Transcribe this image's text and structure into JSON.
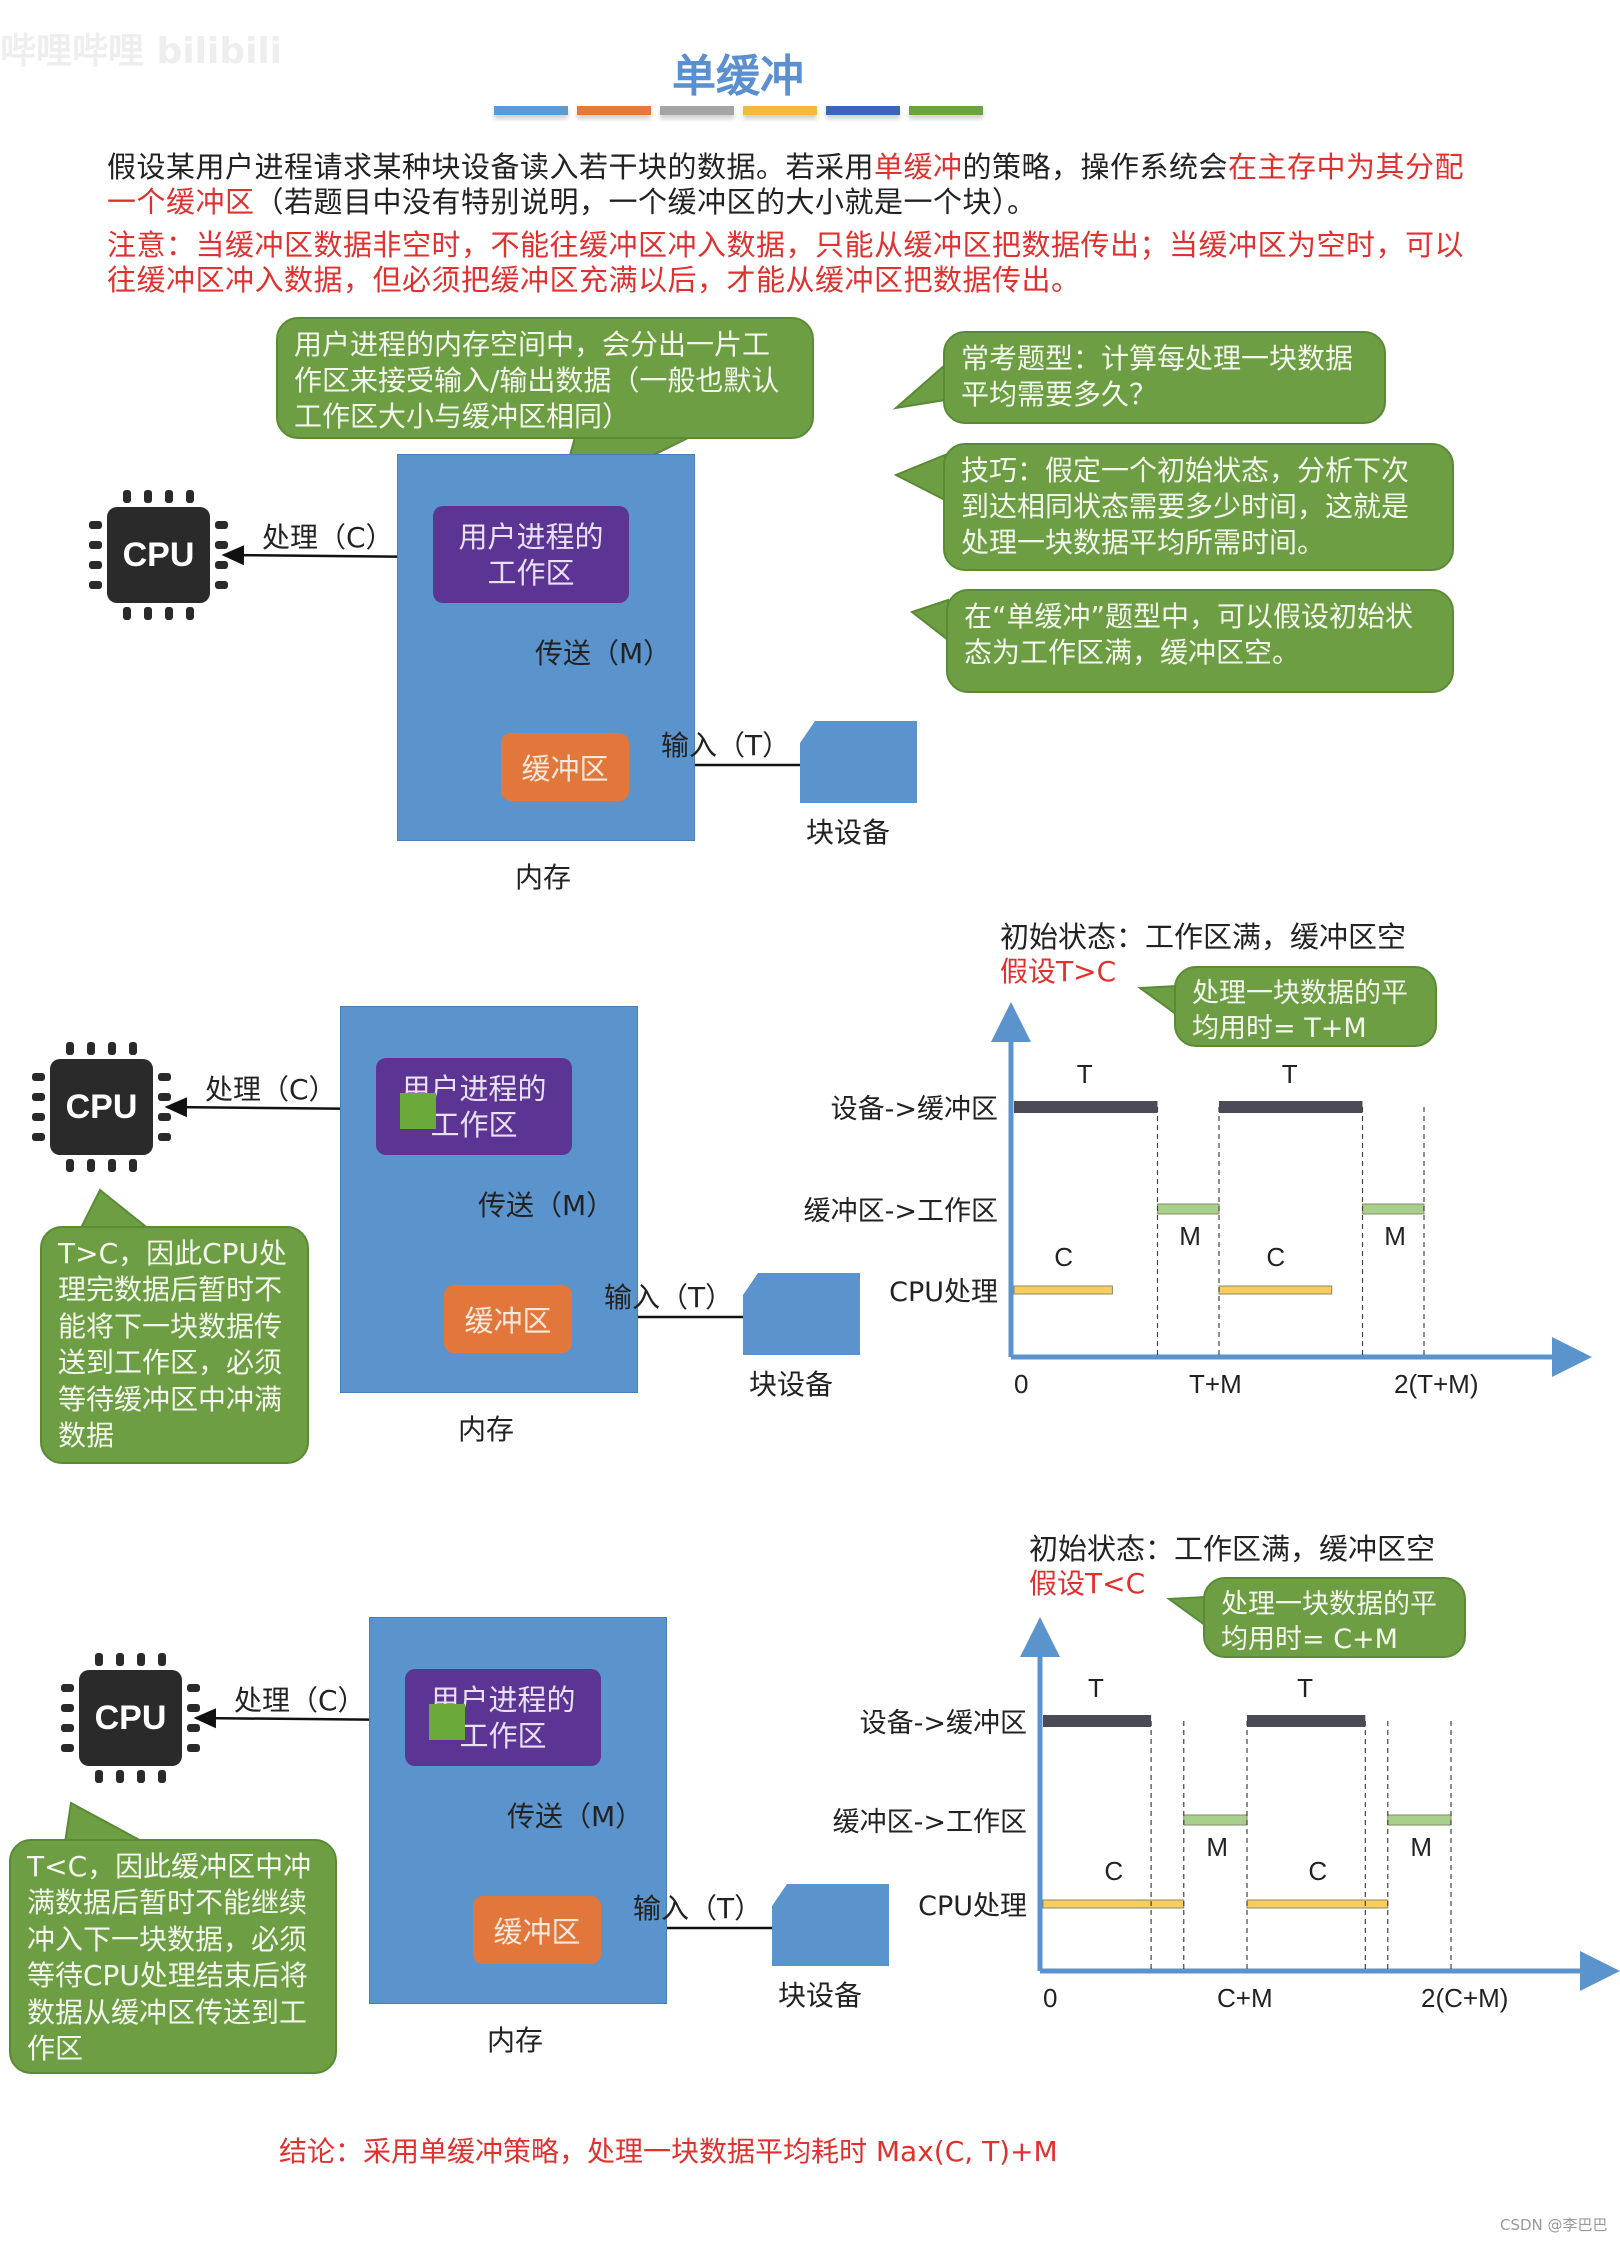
{
  "watermark_top": "哔哩哔哩 bilibili",
  "title": "单缓冲",
  "title_bar_colors": [
    "#5b9bd5",
    "#e07a3e",
    "#a5a5a5",
    "#f2bc3a",
    "#3a66b8",
    "#6aa342"
  ],
  "intro": {
    "segments": [
      {
        "text": "假设某用户进程请求某种块设备读入若干块的数据。若采用",
        "red": false
      },
      {
        "text": "单缓冲",
        "red": true
      },
      {
        "text": "的策略，操作系统会",
        "red": false
      },
      {
        "text": "在主存中为其分配一个缓冲区",
        "red": true
      },
      {
        "text": "（若题目中没有特别说明，一个缓冲区的大小就是一个块）。",
        "red": false
      }
    ],
    "note": "注意：当缓冲区数据非空时，不能往缓冲区冲入数据，只能从缓冲区把数据传出；当缓冲区为空时，可以往缓冲区冲入数据，但必须把缓冲区充满以后，才能从缓冲区把数据传出。"
  },
  "diagram": {
    "cpu": "CPU",
    "process_label": "处理（C）",
    "work_area_line1": "用户进程的",
    "work_area_line2": "工作区",
    "transfer_label": "传送（M）",
    "buffer": "缓冲区",
    "input_label": "输入（T）",
    "block_device": "块设备",
    "memory": "内存"
  },
  "section1": {
    "bubble_memory": "用户进程的内存空间中，会分出一片工作区来接受输入/输出数据（一般也默认工作区大小与缓冲区相同）",
    "bubble_question": "常考题型：计算每处理一块数据平均需要多久？",
    "bubble_tip": "技巧：假定一个初始状态，分析下次到达相同状态需要多少时间，这就是处理一块数据平均所需时间。",
    "bubble_initial": "在“单缓冲”题型中，可以假设初始状态为工作区满，缓冲区空。"
  },
  "section2": {
    "side_note": "T>C，因此CPU处理完数据后暂时不能将下一块数据传送到工作区，必须等待缓冲区中冲满数据"
  },
  "section3": {
    "side_note": "T<C，因此缓冲区中冲满数据后暂时不能继续冲入下一块数据，必须等待CPU处理结束后将数据从缓冲区传送到工作区"
  },
  "chart_data": [
    {
      "type": "gantt",
      "initial_state": "初始状态：工作区满，缓冲区空",
      "assumption": "假设T>C",
      "callout": "处理一块数据的平均用时= T+M",
      "rows": [
        "设备->缓冲区",
        "缓冲区->工作区",
        "CPU处理"
      ],
      "x_ticks": [
        {
          "value": 0,
          "label": "0"
        },
        {
          "value": 1,
          "label": "T+M"
        },
        {
          "value": 2,
          "label": "2(T+M)"
        }
      ],
      "x_unit": "T+M",
      "segments": [
        {
          "row": 0,
          "label": "T",
          "start": 0,
          "end": 0.7,
          "color": "#4b4b57"
        },
        {
          "row": 0,
          "label": "T",
          "start": 1,
          "end": 1.7,
          "color": "#4b4b57"
        },
        {
          "row": 1,
          "label": "M",
          "start": 0.7,
          "end": 1,
          "color": "#a8cf8c"
        },
        {
          "row": 1,
          "label": "M",
          "start": 1.7,
          "end": 2,
          "color": "#a8cf8c"
        },
        {
          "row": 2,
          "label": "C",
          "start": 0,
          "end": 0.48,
          "color": "#f8cd5e"
        },
        {
          "row": 2,
          "label": "C",
          "start": 1,
          "end": 1.55,
          "color": "#f8cd5e"
        }
      ],
      "axis_color": "#5b93cc"
    },
    {
      "type": "gantt",
      "initial_state": "初始状态：工作区满，缓冲区空",
      "assumption": "假设T<C",
      "callout": "处理一块数据的平均用时= C+M",
      "rows": [
        "设备->缓冲区",
        "缓冲区->工作区",
        "CPU处理"
      ],
      "x_ticks": [
        {
          "value": 0,
          "label": "0"
        },
        {
          "value": 1,
          "label": "C+M"
        },
        {
          "value": 2,
          "label": "2(C+M)"
        }
      ],
      "x_unit": "C+M",
      "segments": [
        {
          "row": 0,
          "label": "T",
          "start": 0,
          "end": 0.53,
          "color": "#4b4b57"
        },
        {
          "row": 0,
          "label": "T",
          "start": 1,
          "end": 1.58,
          "color": "#4b4b57"
        },
        {
          "row": 1,
          "label": "M",
          "start": 0.69,
          "end": 1,
          "color": "#a8cf8c"
        },
        {
          "row": 1,
          "label": "M",
          "start": 1.69,
          "end": 2,
          "color": "#a8cf8c"
        },
        {
          "row": 2,
          "label": "C",
          "start": 0,
          "end": 0.69,
          "color": "#f8cd5e"
        },
        {
          "row": 2,
          "label": "C",
          "start": 1,
          "end": 1.69,
          "color": "#f8cd5e"
        }
      ],
      "axis_color": "#5b93cc"
    }
  ],
  "conclusion": "结论：采用单缓冲策略，处理一块数据平均耗时 Max(C, T)+M",
  "watermark_bottom": "CSDN @李巴巴"
}
